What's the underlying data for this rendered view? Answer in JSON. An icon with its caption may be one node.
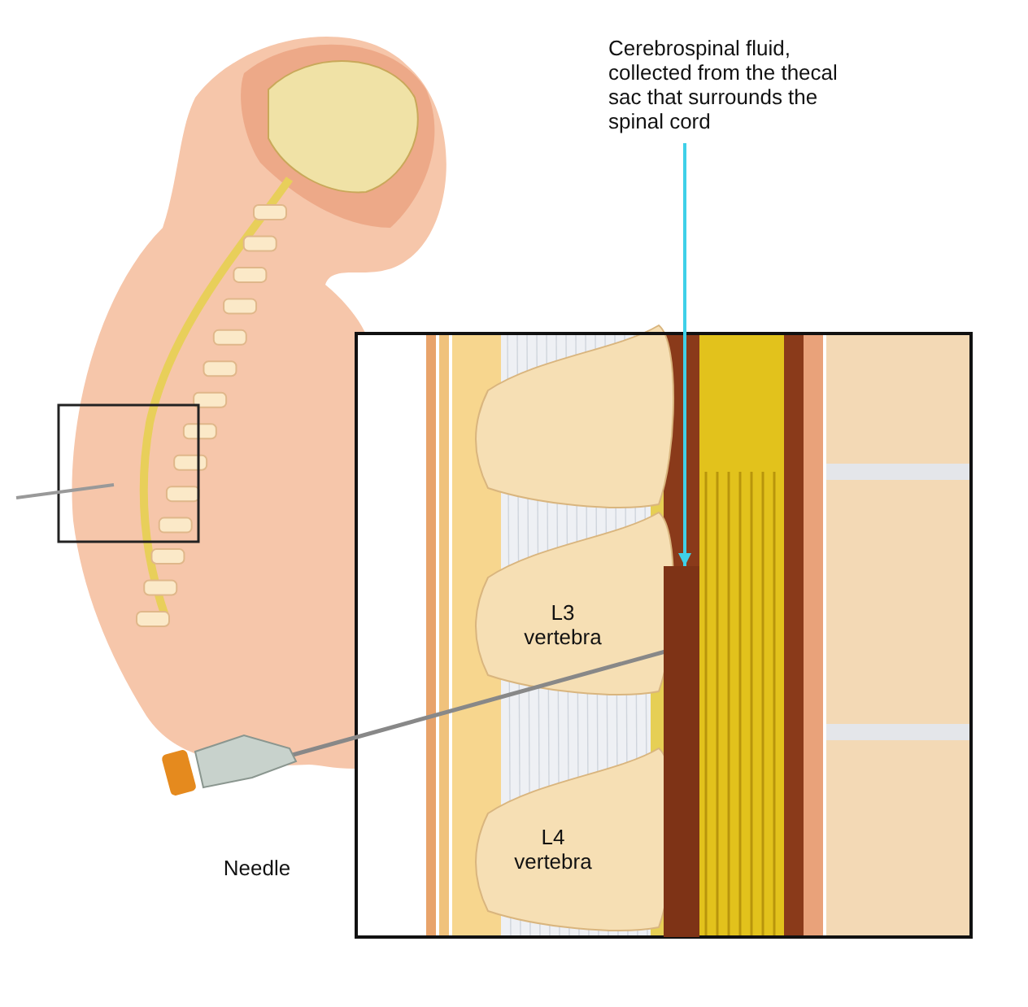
{
  "diagram": {
    "nodes": [
      {
        "text": [
          "Cerebrospinal fluid, collected from the thecal sac that surrounds the spinal cord"
        ]
      },
      {
        "text": [],
        "shape": "bar"
      }
    ],
    "edges": [
      {
        "from": 0,
        "to": 1,
        "arrow": "to",
        "color": "#3fd0e8"
      }
    ],
    "labels": [
      "L3 vertebra",
      "L4 vertebra",
      "Needle"
    ]
  }
}
